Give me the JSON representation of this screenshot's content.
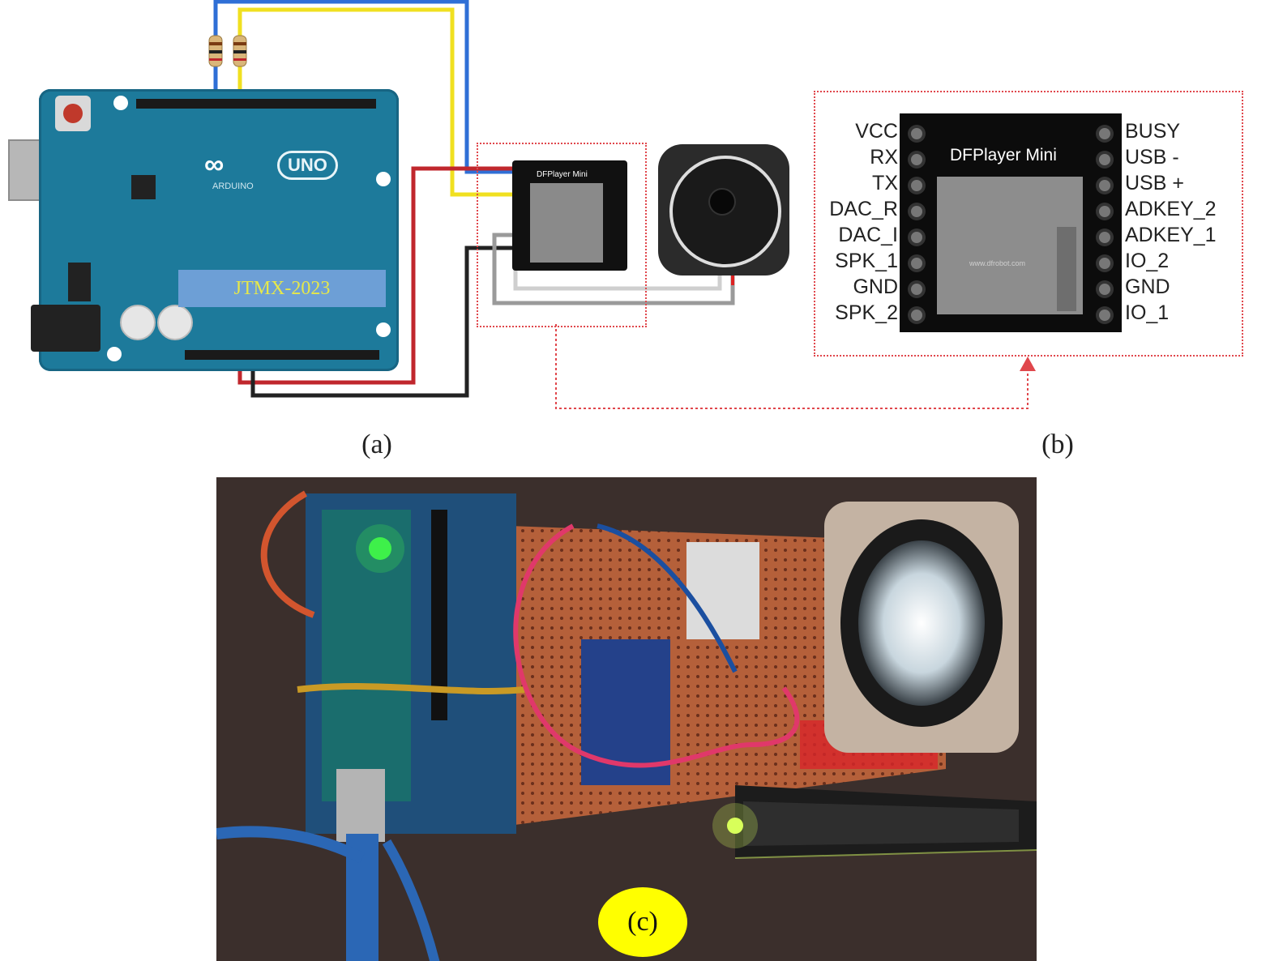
{
  "captions": {
    "a": "(a)",
    "b": "(b)",
    "c": "(c)"
  },
  "arduino": {
    "logo_mark": "∞",
    "model": "UNO",
    "brand": "ARDUINO",
    "label": "JTMX-2023"
  },
  "dfplayer": {
    "title": "DFPlayer Mini",
    "small_title": "DFPlayer Mini",
    "sd_text": "www.dfrobot.com",
    "left_pins": [
      "VCC",
      "RX",
      "TX",
      "DAC_R",
      "DAC_I",
      "SPK_1",
      "GND",
      "SPK_2"
    ],
    "right_pins": [
      "BUSY",
      "USB -",
      "USB +",
      "ADKEY_2",
      "ADKEY_1",
      "IO_2",
      "GND",
      "IO_1"
    ]
  },
  "colors": {
    "board_blue": "#1d7a9b",
    "dashed_red": "#e0474c",
    "wire_blue": "#2f6fd6",
    "wire_yellow": "#f0e020",
    "wire_red": "#c0272d",
    "wire_black": "#222222",
    "wire_gray": "#9a9a9a",
    "badge_yellow": "#ffff00"
  },
  "icons": {
    "speaker": "speaker-icon",
    "resistor": "resistor-icon",
    "arrow": "arrow-up-icon"
  }
}
